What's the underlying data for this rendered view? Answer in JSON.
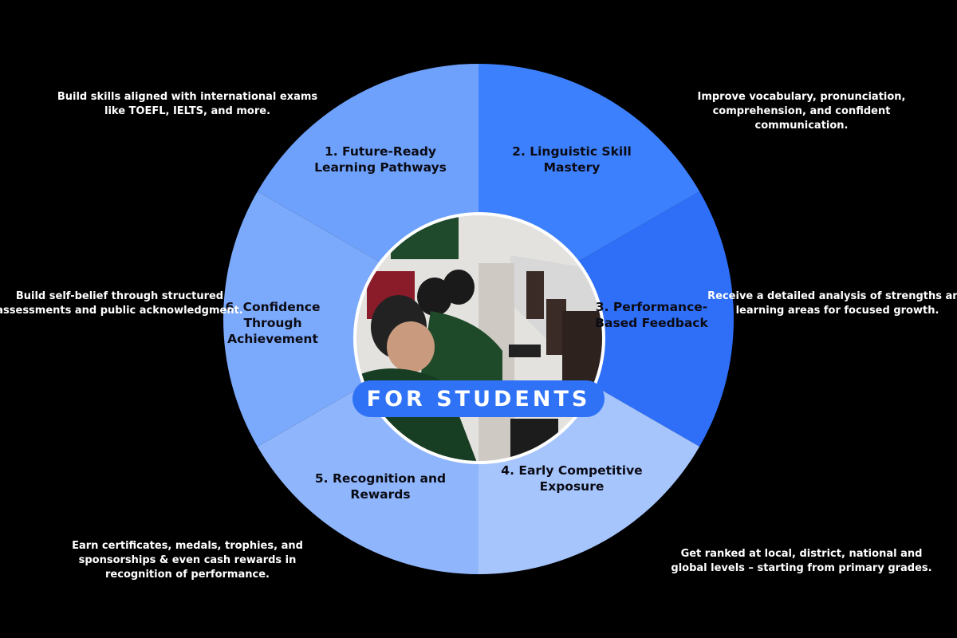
{
  "center_banner": "FOR STUDENTS",
  "segments": [
    {
      "title": "1. Future-Ready Learning Pathways",
      "description": "Build skills aligned with international exams like TOEFL, IELTS, and more.",
      "color": "#6ea1fb"
    },
    {
      "title": "2. Linguistic Skill Mastery",
      "description": "Improve vocabulary, pronunciation, comprehension, and confident communication.",
      "color": "#3d80fd"
    },
    {
      "title": "3. Performance-Based Feedback",
      "description": "Receive a detailed analysis of strengths and learning areas for focused growth.",
      "color": "#2f6ff8"
    },
    {
      "title": "4. Early Competitive Exposure",
      "description": "Get ranked at local, district, national and global levels – starting from primary grades.",
      "color": "#a6c5fd"
    },
    {
      "title": "5. Recognition and Rewards",
      "description": "Earn certificates, medals, trophies, and sponsorships & even cash rewards in recognition of performance.",
      "color": "#8fb6fc"
    },
    {
      "title": "6. Confidence Through Achievement",
      "description": "Build self-belief through structured assessments and public acknowledgment.",
      "color": "#7ba9fb"
    }
  ],
  "accent": "#2f72f6"
}
